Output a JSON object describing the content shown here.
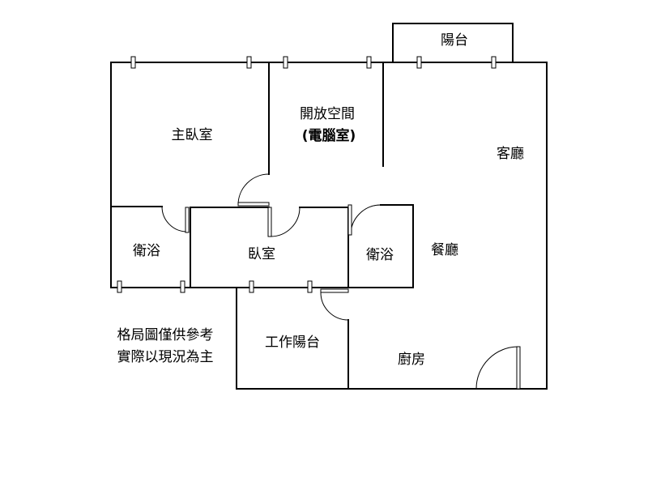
{
  "rooms": {
    "balcony": "陽台",
    "master_bedroom": "主臥室",
    "open_space_line1": "開放空間",
    "open_space_line2": "(電腦室)",
    "living_room": "客廳",
    "bath_left": "衛浴",
    "bedroom": "臥室",
    "bath_right": "衛浴",
    "dining_room": "餐廳",
    "work_balcony": "工作陽台",
    "kitchen": "廚房"
  },
  "disclaimer": {
    "line1": "格局圖僅供參考",
    "line2": "實際以現況為主"
  }
}
